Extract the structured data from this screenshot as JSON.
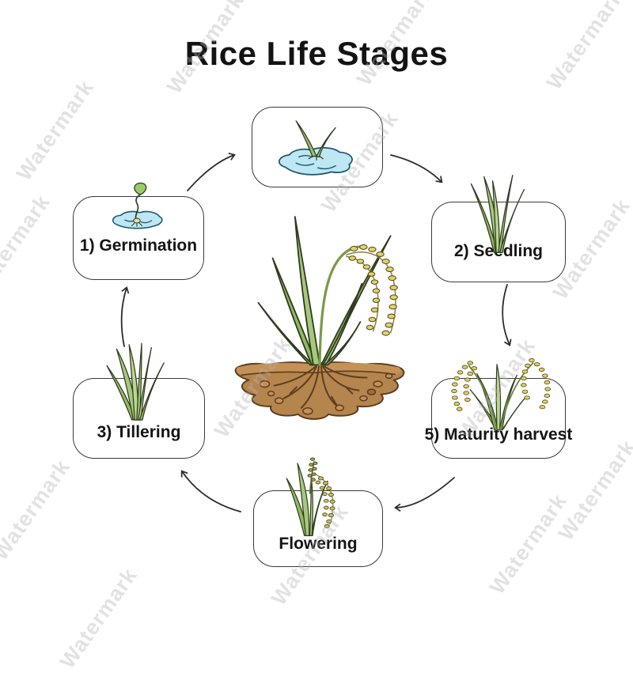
{
  "title": "Rice Life Stages",
  "watermark": {
    "text": "Watermark"
  },
  "stages": [
    {
      "name": "water-sprout",
      "label": "",
      "icon": "sprout-in-water-icon"
    },
    {
      "name": "seedling",
      "label": "2) Seedling",
      "icon": "seedling-icon"
    },
    {
      "name": "maturity-harvest",
      "label": "5) Maturity harvest",
      "icon": "mature-rice-icon"
    },
    {
      "name": "flowering",
      "label": "Flowering",
      "icon": "flowering-rice-icon"
    },
    {
      "name": "tillering",
      "label": "3) Tillering",
      "icon": "tillering-icon"
    },
    {
      "name": "germination",
      "label": "1) Germination",
      "icon": "germination-icon"
    }
  ],
  "flow": [
    {
      "from": "germination",
      "to": "water-sprout"
    },
    {
      "from": "water-sprout",
      "to": "seedling"
    },
    {
      "from": "seedling",
      "to": "maturity-harvest"
    },
    {
      "from": "maturity-harvest",
      "to": "flowering"
    },
    {
      "from": "flowering",
      "to": "tillering"
    },
    {
      "from": "tillering",
      "to": "germination"
    }
  ],
  "center_illustration": "rice plant with golden grain panicle rooted in brown soil",
  "colors": {
    "leaf_green": "#a6c87d",
    "grain_gold": "#e6d263",
    "water_blue": "#bde7f2",
    "soil_brown": "#b5854e",
    "outline_dark": "#2f3b1f",
    "arrow": "#2b2b2b",
    "watermark_gray": "#b2b2b2"
  }
}
